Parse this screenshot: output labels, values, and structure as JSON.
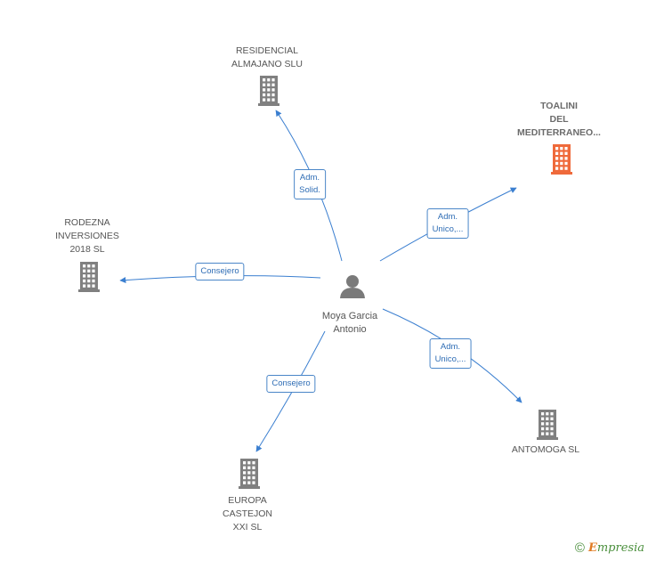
{
  "colors": {
    "edge": "#3b7fd0",
    "company": "#808080",
    "highlight": "#ef6a3b",
    "person": "#7a7a7a"
  },
  "center": {
    "name": "Moya Garcia Antonio",
    "lines": [
      "Moya Garcia",
      "Antonio"
    ],
    "icon": "person-icon"
  },
  "nodes": [
    {
      "id": "residencial",
      "lines": [
        "RESIDENCIAL",
        "ALMAJANO SLU"
      ],
      "icon": "building-icon",
      "highlight": false
    },
    {
      "id": "toalini",
      "lines": [
        "TOALINI",
        "DEL",
        "MEDITERRANEO..."
      ],
      "icon": "building-icon",
      "highlight": true
    },
    {
      "id": "rodezna",
      "lines": [
        "RODEZNA",
        "INVERSIONES",
        "2018  SL"
      ],
      "icon": "building-icon",
      "highlight": false
    },
    {
      "id": "antomoga",
      "lines": [
        "ANTOMOGA SL"
      ],
      "icon": "building-icon",
      "highlight": false
    },
    {
      "id": "europa",
      "lines": [
        "EUROPA",
        "CASTEJON",
        "XXI SL"
      ],
      "icon": "building-icon",
      "highlight": false
    }
  ],
  "edges": [
    {
      "to": "residencial",
      "lines": [
        "Adm.",
        "Solid."
      ]
    },
    {
      "to": "toalini",
      "lines": [
        "Adm.",
        "Unico,..."
      ]
    },
    {
      "to": "rodezna",
      "lines": [
        "Consejero"
      ]
    },
    {
      "to": "antomoga",
      "lines": [
        "Adm.",
        "Unico,..."
      ]
    },
    {
      "to": "europa",
      "lines": [
        "Consejero"
      ]
    }
  ],
  "footer": {
    "copyright": "©",
    "brand_initial": "E",
    "brand_rest": "mpresia"
  }
}
